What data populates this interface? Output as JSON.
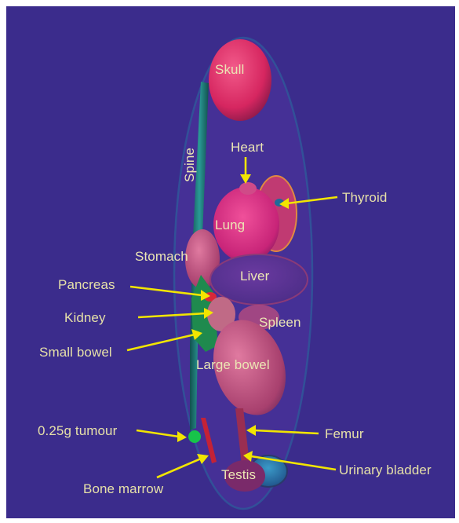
{
  "labels": {
    "skull": "Skull",
    "spine": "Spine",
    "heart": "Heart",
    "thyroid": "Thyroid",
    "lung": "Lung",
    "stomach": "Stomach",
    "liver": "Liver",
    "pancreas": "Pancreas",
    "kidney": "Kidney",
    "spleen": "Spleen",
    "small_bowel": "Small bowel",
    "large_bowel": "Large bowel",
    "tumour": "0.25g tumour",
    "femur": "Femur",
    "testis": "Testis",
    "urinary_bladder": "Urinary bladder",
    "bone_marrow": "Bone marrow"
  },
  "colors": {
    "background": "#3b2c8c",
    "frame": "#ffffff",
    "arrow": "#f2e500",
    "label_text": "#e6e0a8",
    "skull": "#e0306a",
    "spine": "#1e7a78",
    "tumour": "#17c44a",
    "small_bowel": "#1f8a4e"
  }
}
